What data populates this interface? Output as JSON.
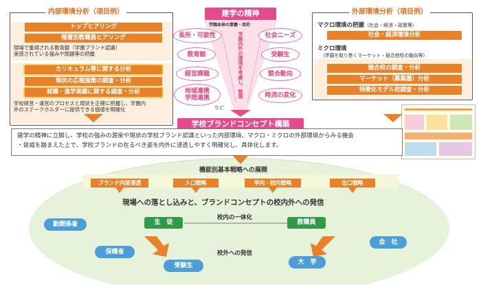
{
  "internal": {
    "title": "内部環境分析（項目例）",
    "bars": [
      "トップヒアリング",
      "階層別教職員ヒアリング",
      "カリキュラム等に関する分析",
      "現状の広報施策の調査・分析",
      "就職・進学実績に関する調査・分析"
    ],
    "text1": [
      "現場で重視される教育観（学園ブランド認識）",
      "実感されている強みや問題等の把握"
    ],
    "text2": [
      "学校経営・運営のプロセスと現状を正確に把握し、学園内",
      "外のステークホルダーに提供できる価値を明確化"
    ]
  },
  "center": {
    "title": "建学の精神",
    "subtitle": "学園本来の意義・目的",
    "left_ovals": [
      "長所・可能性",
      "教育観",
      "経営課題",
      "地域連携\n学問連携"
    ],
    "right_ovals": [
      "社会ニーズ",
      "受験生",
      "競合動向",
      "時流の変化"
    ],
    "vertical_text": "学園内外の環境を考慮し、整理",
    "etc": "など"
  },
  "external": {
    "title": "外部環境分析（項目例）",
    "macro": "マクロ環境の把握",
    "macro_note": "（社会・経済・政策等）",
    "micro": "ミクロ環境",
    "micro_note": "（学園を取り巻くマーケット・競合他校の動向等）",
    "bars": [
      "社会・経済環境分析",
      "競合校の調査・分析",
      "マーケット（募集圏）分析",
      "特徴化モデル校調査・分析"
    ]
  },
  "concept": {
    "title": "学校ブランドコンセプト構築",
    "text_line1": "建学の精神に立脚し、学校の強みの源泉や現状の学校ブランド認識といった内部環境、マクロ・ミクロの外部環境からみる機会",
    "text_line2": "・脅威を踏まえた上で、学校ブランドの在るべき姿を内外に浸透しやすく明確化し、具体化します。"
  },
  "strategy": {
    "title": "機能別基本戦略への展開",
    "bars": [
      "ブランド内部浸透",
      "入口戦略",
      "学内・校内戦略",
      "出口戦略"
    ],
    "slogan": "現場への落とし込みと、ブランドコンセプトの校内外への発信",
    "inner_label": "校内の一体化",
    "inner": [
      "生　徒",
      "教職員"
    ],
    "outer_label": "校外への発信",
    "outer": [
      "勤関係者",
      "保護者",
      "受験生",
      "大　学",
      "会　社"
    ]
  },
  "colors": {
    "orange": "#e8822a",
    "pink": "#e64a8c",
    "green": "#2f9a4a",
    "blue": "#4c9ed6",
    "ellipse": "#e4f1d6"
  }
}
